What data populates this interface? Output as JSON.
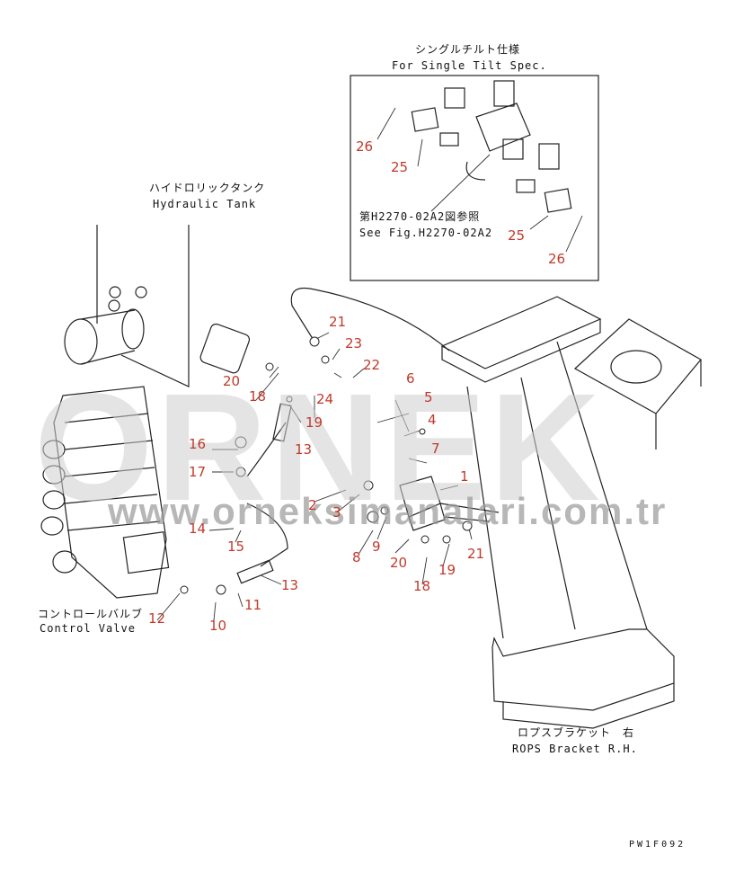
{
  "watermark": {
    "main": "ORNEK",
    "url": "www.orneksimanalari.com.tr"
  },
  "inset": {
    "title_jp": "シングルチルト仕様",
    "title_en": "For Single Tilt Spec.",
    "ref_jp": "第H2270-02A2図参照",
    "ref_en": "See Fig.H2270-02A2"
  },
  "labels": {
    "tank_jp": "ハイドロリックタンク",
    "tank_en": "Hydraulic Tank",
    "valve_jp": "コントロールバルブ",
    "valve_en": "Control Valve",
    "rops_jp": "ロプスブラケット　右",
    "rops_en": "ROPS Bracket R.H.",
    "code": "PW1F092"
  },
  "parts": [
    "1",
    "2",
    "3",
    "4",
    "5",
    "6",
    "7",
    "8",
    "9",
    "10",
    "11",
    "12",
    "13",
    "13",
    "14",
    "15",
    "16",
    "17",
    "18",
    "18",
    "19",
    "19",
    "20",
    "20",
    "21",
    "21",
    "22",
    "23",
    "24",
    "25",
    "25",
    "26",
    "26"
  ]
}
